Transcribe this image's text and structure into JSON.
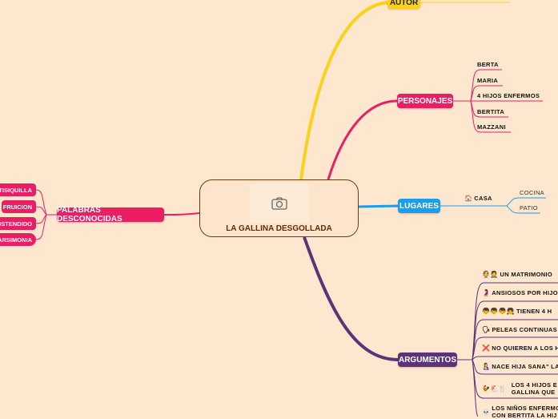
{
  "central": {
    "title": "LA GALLINA DESGOLLADA",
    "image_icon": "camera-icon"
  },
  "colors": {
    "autor": "#fbd11a",
    "personajes": "#e91e63",
    "lugares": "#1e9be9",
    "argumentos": "#5b3379",
    "central_border": "#6b3a10"
  },
  "autor": {
    "label": "AUTOR"
  },
  "personajes": {
    "label": "PERSONAJES",
    "items": [
      "BERTA",
      "MARIA",
      "4 HIJOS ENFERMOS",
      "BERTITA",
      "MAZZANI"
    ]
  },
  "lugares": {
    "label": "LUGARES",
    "casa": {
      "icon": "house-icon",
      "label": "CASA",
      "items": [
        "COCINA",
        "PATIO"
      ]
    }
  },
  "argumentos": {
    "label": "ARGUMENTOS",
    "items": [
      {
        "emoji": "👰🤵",
        "text": "UN MATRIMONIO"
      },
      {
        "emoji": "🤰",
        "text": "ANSIOSOS POR HIJO"
      },
      {
        "emoji": "👦👦👦👧",
        "text": "TIENEN 4 H"
      },
      {
        "emoji": "🗣",
        "text": "PELEAS CONTINUAS"
      },
      {
        "emoji": "❌",
        "text": "NO QUIEREN A LOS H"
      },
      {
        "emoji": "🤱",
        "text": "NACE HIJA SANA\" LA"
      },
      {
        "emoji": "🐓🐔🍴",
        "text": "LOS 4 HIJOS E",
        "text2": "GALLINA QUE"
      },
      {
        "emoji": "💀",
        "text": "LOS NIÑOS ENFERMO",
        "text2": "CON BERTITA LA HIJ"
      }
    ]
  },
  "palabras": {
    "label": "PALABRAS DESCONOCIDAS",
    "items": [
      "TISIQUILLA",
      "FRUICION",
      "DISTENDIDO",
      "PARSIMONIA"
    ]
  }
}
